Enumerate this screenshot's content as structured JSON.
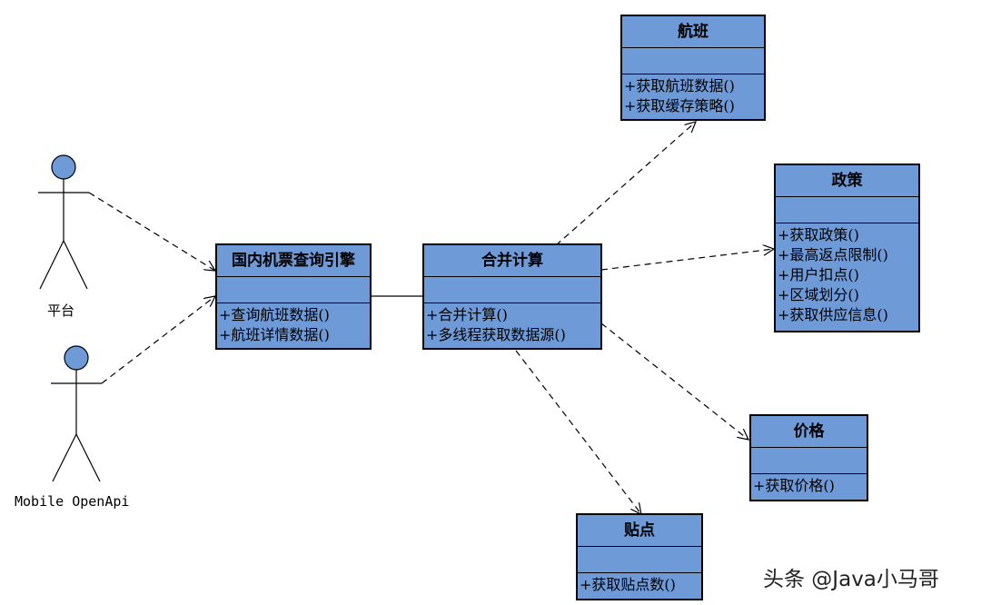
{
  "actors": [
    {
      "id": "platform",
      "label": "平台"
    },
    {
      "id": "mobile",
      "label": "Mobile OpenApi"
    }
  ],
  "classes": {
    "engine": {
      "title": "国内机票查询引擎",
      "ops": [
        "+查询航班数据()",
        "+航班详情数据()"
      ]
    },
    "merge": {
      "title": "合并计算",
      "ops": [
        "+合并计算()",
        "+多线程获取数据源()"
      ]
    },
    "flight": {
      "title": "航班",
      "ops": [
        "+获取航班数据()",
        "+获取缓存策略()"
      ]
    },
    "policy": {
      "title": "政策",
      "ops": [
        "+获取政策()",
        "+最高返点限制()",
        "+用户扣点()",
        "+区域划分()",
        "+获取供应信息()"
      ]
    },
    "price": {
      "title": "价格",
      "ops": [
        "+获取价格()"
      ]
    },
    "point": {
      "title": "贴点",
      "ops": [
        "+获取贴点数()"
      ]
    }
  },
  "watermark": "头条 @Java小马哥",
  "colors": {
    "class_fill": "#6f9ad8",
    "actor_head": "#6f9ad8",
    "line": "#000000"
  }
}
